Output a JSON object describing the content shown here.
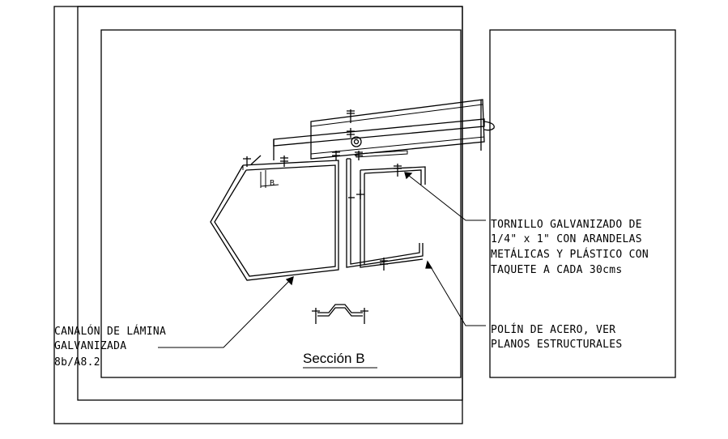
{
  "title": "Sección B",
  "notes": {
    "tornillo": [
      "TORNILLO GALVANIZADO DE",
      "1/4\" x 1\" CON ARANDELAS",
      "METÁLICAS Y PLÁSTICO CON",
      "TAQUETE A CADA 30cms"
    ],
    "polin": [
      "POLÍN DE ACERO, VER",
      "PLANOS ESTRUCTURALES"
    ],
    "canalon": [
      "CANALÓN DE LÁMINA",
      "GALVANIZADA",
      "8b/A8.2"
    ]
  },
  "dimension_label": "B",
  "colors": {
    "line": "#000000",
    "background": "#ffffff"
  }
}
